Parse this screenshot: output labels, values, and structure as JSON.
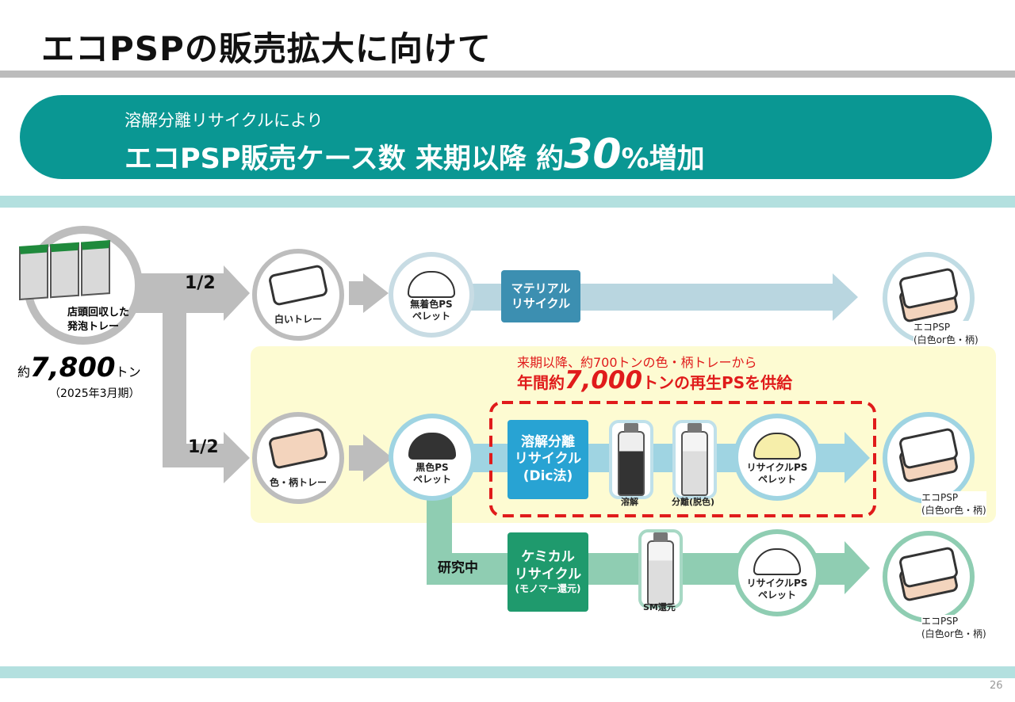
{
  "title": "エコPSPの販売拡大に向けて",
  "banner": {
    "sub": "溶解分離リサイクルにより",
    "main_pre": "エコPSP販売ケース数 来期以降 約",
    "main_num": "30",
    "main_post": "%増加"
  },
  "source": {
    "label": "店頭回収した\n発泡トレー",
    "amount_pre": "約",
    "amount": "7,800",
    "amount_unit": "トン",
    "period": "（2025年3月期）"
  },
  "split": {
    "top": "1/2",
    "bottom": "1/2"
  },
  "rows": {
    "white": {
      "tray": "白いトレー",
      "pellet": "無着色PS\nペレット",
      "process": "マテリアル\nリサイクル",
      "product": "エコPSP\n(白色or色・柄)"
    },
    "colored": {
      "tray": "色・柄トレー",
      "pellet": "黒色PS\nペレット",
      "process": "溶解分離\nリサイクル\n(Dic法)",
      "step1": "溶解",
      "step2": "分離(脱色)",
      "output": "リサイクルPS\nペレット",
      "product": "エコPSP\n(白色or色・柄)"
    },
    "chemical": {
      "status": "研究中",
      "process": "ケミカル\nリサイクル",
      "process_sub": "(モノマー還元)",
      "step": "SM還元",
      "output": "リサイクルPS\nペレット",
      "product": "エコPSP\n(白色or色・柄)"
    }
  },
  "callout": {
    "line1": "来期以降、約700トンの色・柄トレーから",
    "line2_pre": "年間約",
    "line2_num": "7,000",
    "line2_post": "トンの再生PSを供給"
  },
  "page_number": "26"
}
